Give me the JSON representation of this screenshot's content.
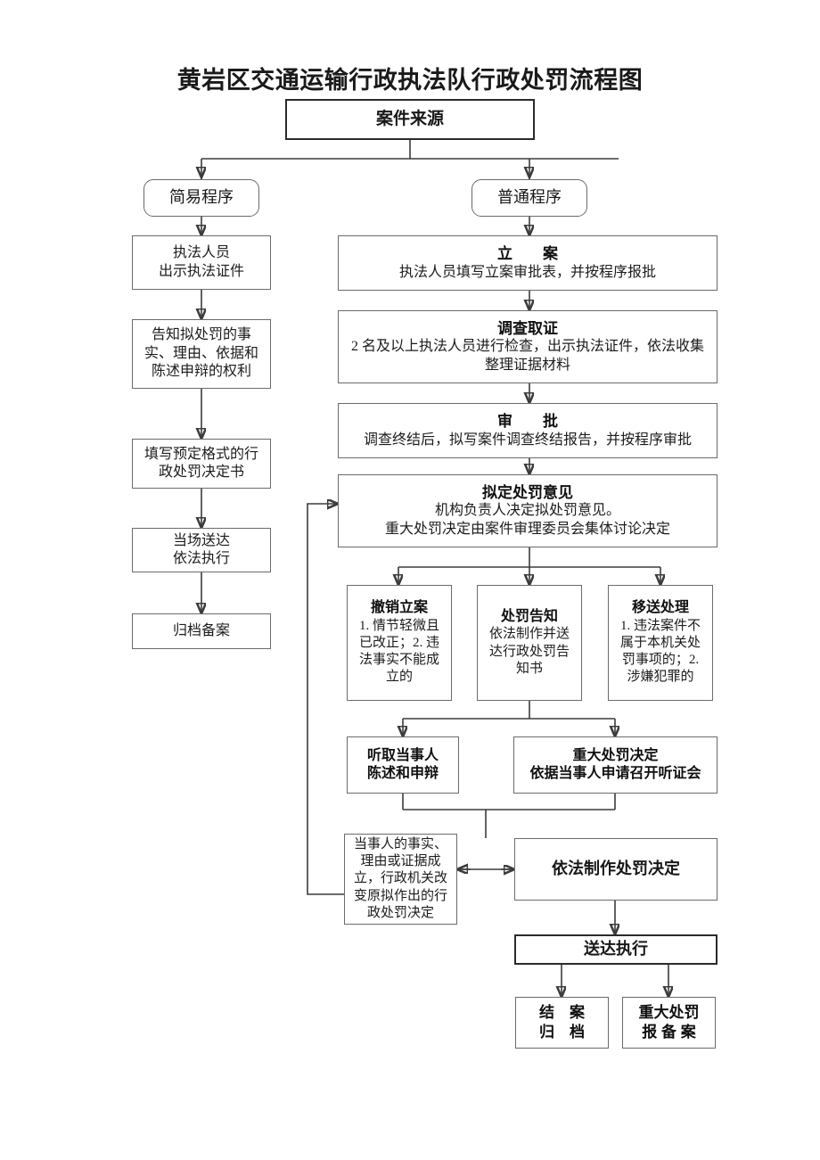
{
  "title": "黄岩区交通运输行政执法队行政处罚流程图",
  "nodes": {
    "source": {
      "label": "案件来源"
    },
    "simple_proc": {
      "label": "简易程序"
    },
    "normal_proc": {
      "label": "普通程序"
    },
    "s1": {
      "line1": "执法人员",
      "line2": "出示执法证件"
    },
    "s2": {
      "line1": "告知拟处罚的事",
      "line2": "实、理由、依据和",
      "line3": "陈述申辩的权利"
    },
    "s3": {
      "line1": "填写预定格式的行",
      "line2": "政处罚决定书"
    },
    "s4": {
      "line1": "当场送达",
      "line2": "依法执行"
    },
    "s5": {
      "line1": "归档备案"
    },
    "n1": {
      "head": "立　　案",
      "body": "执法人员填写立案审批表，并按程序报批"
    },
    "n2": {
      "head": "调查取证",
      "body1": "2 名及以上执法人员进行检查，出示执法证件，依法收集",
      "body2": "整理证据材料"
    },
    "n3": {
      "head": "审　　批",
      "body": "调查终结后，拟写案件调查终结报告，并按程序审批"
    },
    "n4": {
      "head": "拟定处罚意见",
      "body1": "机构负责人决定拟处罚意见。",
      "body2": "重大处罚决定由案件审理委员会集体讨论决定"
    },
    "n5a": {
      "head": "撤销立案",
      "body1": "1. 情节轻微且",
      "body2": "已改正；2. 违",
      "body3": "法事实不能成",
      "body4": "立的"
    },
    "n5b": {
      "head": "处罚告知",
      "body1": "依法制作并送",
      "body2": "达行政处罚告",
      "body3": "知书"
    },
    "n5c": {
      "head": "移送处理",
      "body1": "1. 违法案件不",
      "body2": "属于本机关处",
      "body3": "罚事项的；2.",
      "body4": "涉嫌犯罪的"
    },
    "n6a": {
      "line1": "听取当事人",
      "line2": "陈述和申辩"
    },
    "n6b": {
      "line1": "重大处罚决定",
      "line2": "依据当事人申请召开听证会"
    },
    "n7": {
      "line1": "当事人的事实、",
      "line2": "理由或证据成",
      "line3": "立，行政机关改",
      "line4": "变原拟作出的行",
      "line5": "政处罚决定"
    },
    "n8": {
      "label": "依法制作处罚决定"
    },
    "n9": {
      "label": "送达执行"
    },
    "n10a": {
      "line1": "结　案",
      "line2": "归　档"
    },
    "n10b": {
      "line1": "重大处罚",
      "line2": "报 备 案"
    }
  },
  "colors": {
    "border": "#6b6b6b",
    "border_thick": "#2b2b2b",
    "wire": "#3c3c3c",
    "text": "#181818",
    "background": "#ffffff"
  }
}
